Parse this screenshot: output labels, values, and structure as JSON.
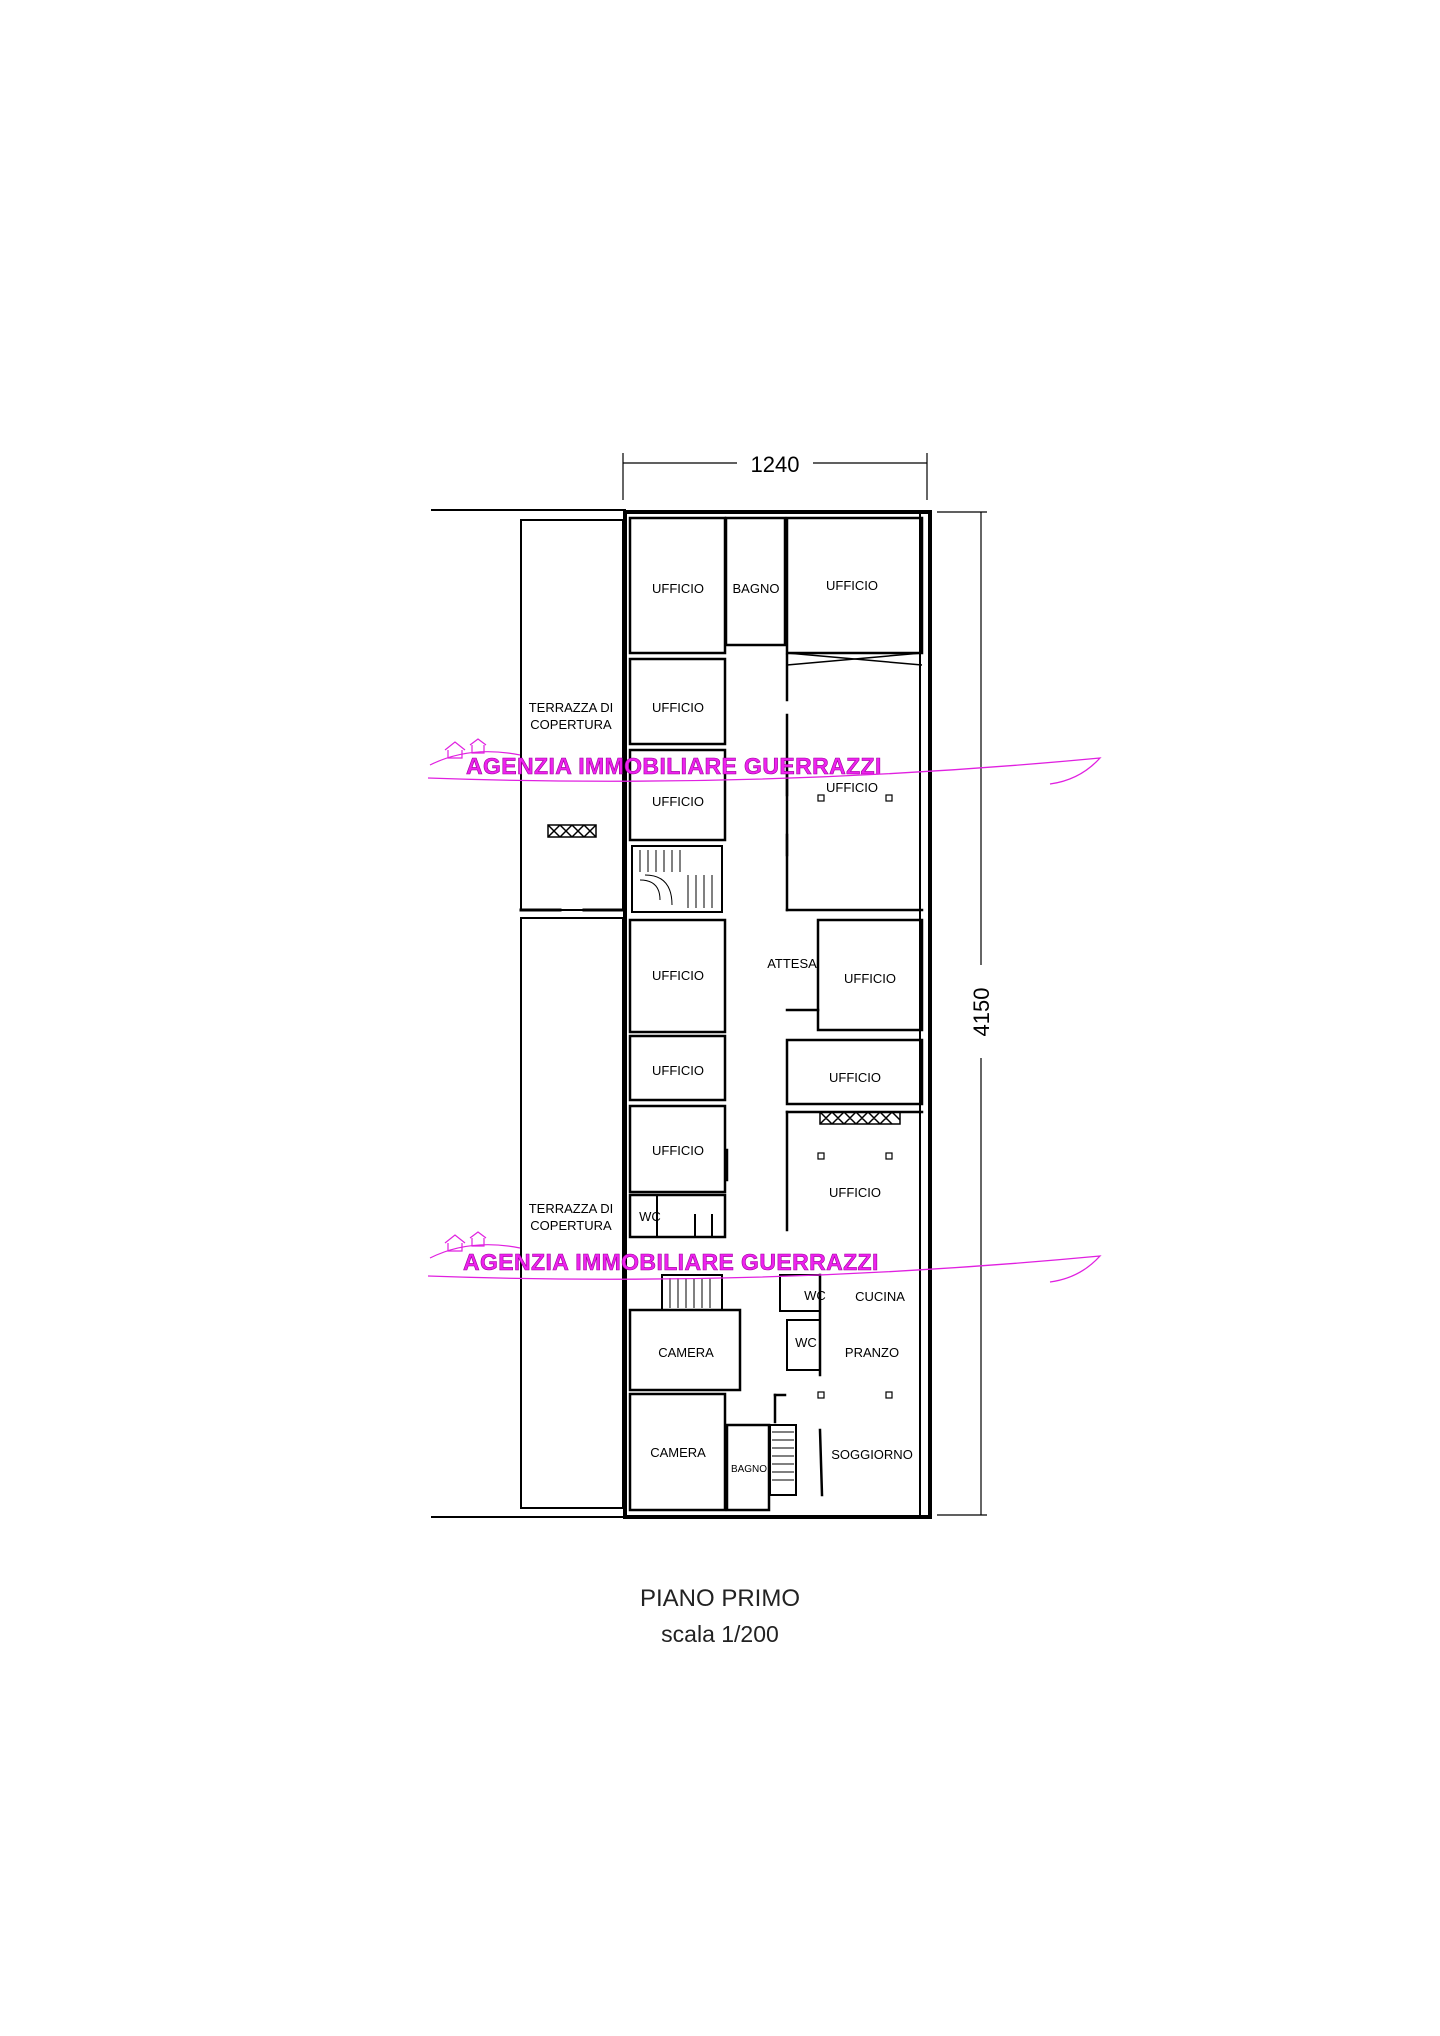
{
  "plan": {
    "width_label": "1240",
    "height_label": "4150",
    "title": "PIANO PRIMO",
    "scale": "scala 1/200"
  },
  "watermark": {
    "text": "AGENZIA IMMOBILIARE GUERRAZZI",
    "color": "#e020e0"
  },
  "rooms": {
    "ufficio_1": "UFFICIO",
    "bagno_1": "BAGNO",
    "ufficio_2": "UFFICIO",
    "ufficio_3": "UFFICIO",
    "terrazza_1_line1": "TERRAZZA DI",
    "terrazza_1_line2": "COPERTURA",
    "ufficio_4": "UFFICIO",
    "ufficio_5": "UFFICIO",
    "ufficio_6": "UFFICIO",
    "attesa": "ATTESA",
    "ufficio_7": "UFFICIO",
    "ufficio_8": "UFFICIO",
    "ufficio_9": "UFFICIO",
    "ufficio_10": "UFFICIO",
    "ufficio_11": "UFFICIO",
    "terrazza_2_line1": "TERRAZZA DI",
    "terrazza_2_line2": "COPERTURA",
    "wc_1": "WC",
    "wc_2": "WC",
    "cucina": "CUCINA",
    "wc_3": "WC",
    "camera_1": "CAMERA",
    "pranzo": "PRANZO",
    "camera_2": "CAMERA",
    "bagno_2": "BAGNO",
    "soggiorno": "SOGGIORNO"
  }
}
